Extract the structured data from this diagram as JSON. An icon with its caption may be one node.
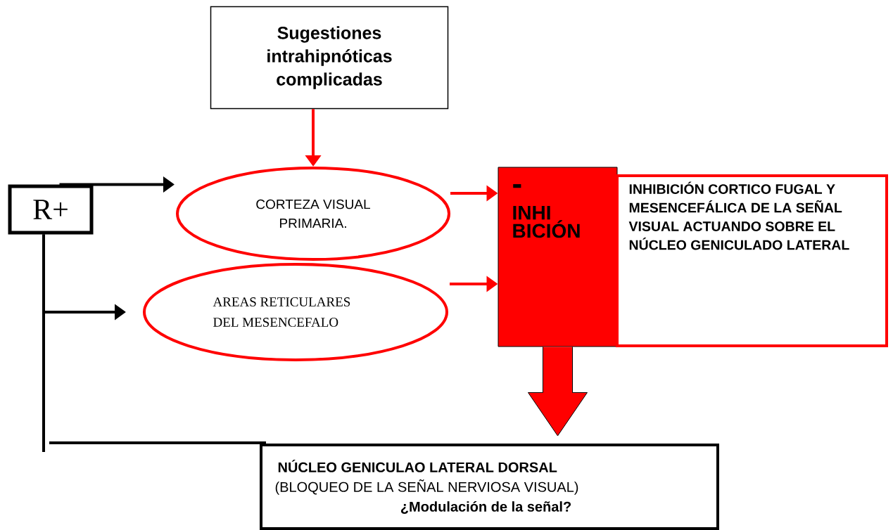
{
  "diagram": {
    "nodes": [
      {
        "text": [
          "Sugestiones intrahipnóticas complicadas"
        ]
      },
      {
        "text": [
          "R+"
        ]
      },
      {
        "text": [
          "CORTEZA VISUAL PRIMARIA."
        ]
      },
      {
        "text": [
          "AREAS RETICULARES DEL MESENCEFALO"
        ]
      },
      {
        "text": [
          "-",
          "INHI BICIÓN"
        ]
      },
      {
        "text": [
          "INHIBICIÓN CORTICO FUGAL Y MESENCEFÁLICA DE LA SEÑAL VISUAL ACTUANDO SOBRE EL NÚCLEO GENICULADO LATERAL"
        ]
      },
      {
        "text": [
          "NÚCLEO GENICULAO LATERAL DORSAL",
          "(BLOQUEO DE LA SEÑAL NERVIOSA VISUAL)",
          "¿Modulación de la señal?"
        ]
      }
    ],
    "edges": [
      {
        "from": 0,
        "to": 2,
        "arrow": "to"
      },
      {
        "from": 1,
        "to": 2,
        "arrow": "to",
        "color": "#000000"
      },
      {
        "from": 1,
        "to": 3,
        "arrow": "to",
        "color": "#000000"
      },
      {
        "from": 1,
        "to": 6,
        "arrow": "none",
        "color": "#000000"
      },
      {
        "from": 2,
        "to": 4,
        "arrow": "to"
      },
      {
        "from": 3,
        "to": 4,
        "arrow": "to"
      },
      {
        "from": 4,
        "to": 6,
        "arrow": "to"
      }
    ]
  }
}
